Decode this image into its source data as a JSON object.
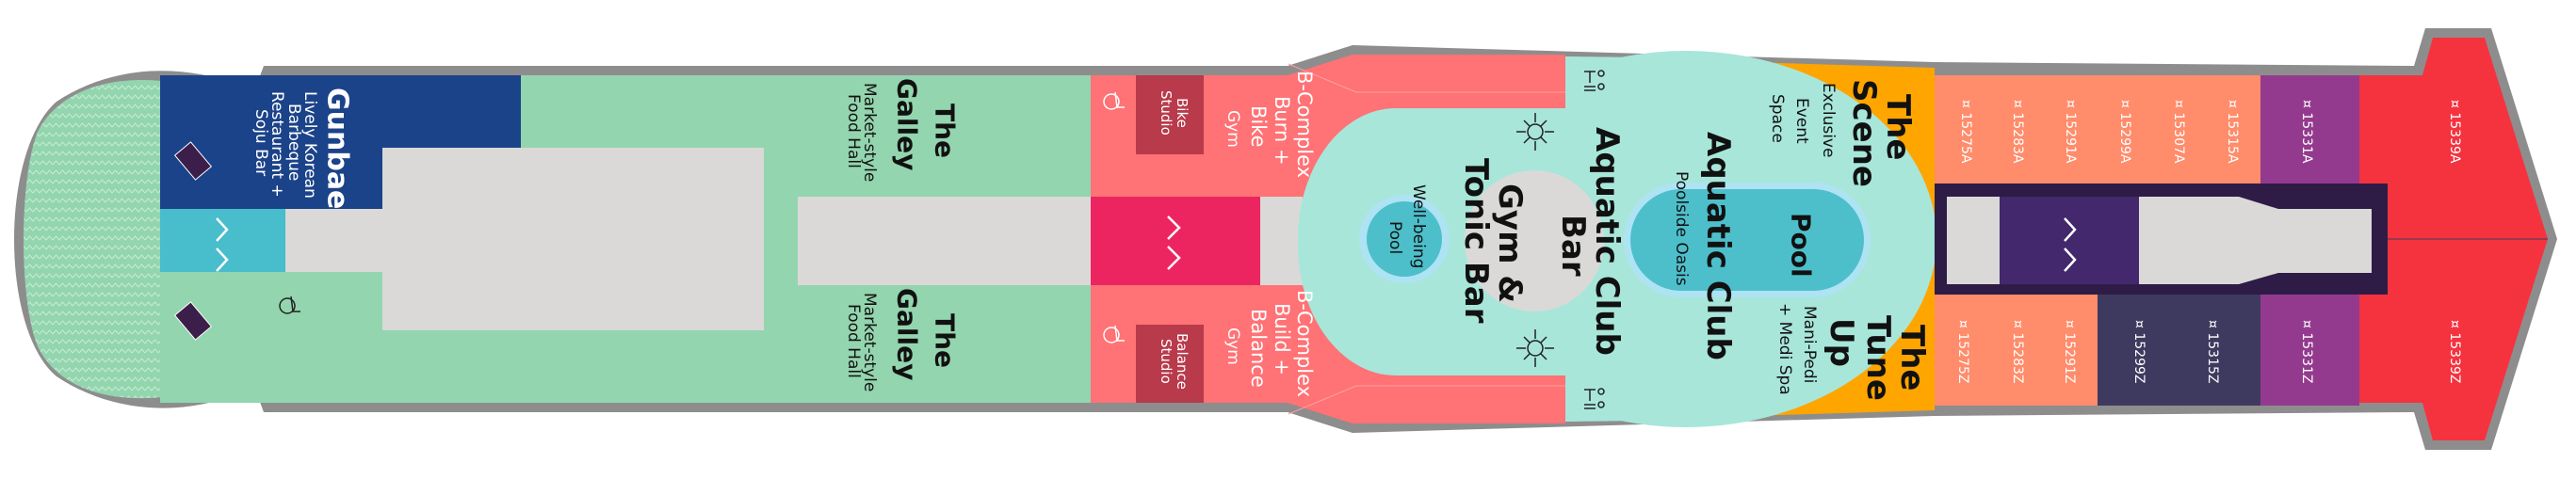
{
  "colors": {
    "hull": "#8e8d8e",
    "galley_green": "#93d5ae",
    "gunbae_blue": "#1b4389",
    "elevator_cyan": "#48bdcb",
    "corridor_grey": "#dad9d8",
    "bcomplex_salmon": "#ff7275",
    "elevator_pink": "#ec2560",
    "studio_red": "#b83a4b",
    "aquatic_mint": "#a8e6da",
    "spa_orange": "#ffa500",
    "pool_teal": "#4dbfcb",
    "pool_rim": "#aee3f3",
    "cabin_coral": "#ff8c6b",
    "cabin_purple": "#943a8e",
    "cabin_navy": "#3e3a5f",
    "cabin_red": "#f5333f",
    "core_dark": "#2e1c47",
    "elevator_purple": "#43286d"
  },
  "venues": {
    "gunbae": {
      "title": "Gunbae",
      "lines": [
        "Lively Korean",
        "Barbeque",
        "Restaurant +",
        "Soju Bar"
      ]
    },
    "galley_port": {
      "title_1": "The",
      "title_2": "Galley",
      "sub_1": "Market-style",
      "sub_2": "Food Hall"
    },
    "galley_starboard": {
      "title_1": "The",
      "title_2": "Galley",
      "sub_1": "Market-style",
      "sub_2": "Food Hall"
    },
    "bcomplex_burn": {
      "title": "B-Complex",
      "lines": [
        "Burn +",
        "Bike",
        "Gym"
      ]
    },
    "bcomplex_build": {
      "title": "B-Complex",
      "lines": [
        "Build +",
        "Balance",
        "Gym"
      ]
    },
    "bike_studio": {
      "lines": [
        "Bike",
        "Studio"
      ]
    },
    "balance_studio": {
      "lines": [
        "Balance",
        "Studio"
      ]
    },
    "gym_tonic_bar": {
      "lines": [
        "Gym &",
        "Tonic Bar"
      ]
    },
    "aquatic_club_bar": {
      "lines": [
        "Aquatic Club",
        "Bar"
      ]
    },
    "aquatic_club": {
      "title": "Aquatic Club",
      "sub": "Poolside Oasis"
    },
    "pool": {
      "label": "Pool"
    },
    "wellbeing_pool": {
      "lines": [
        "Well-being",
        "Pool"
      ]
    },
    "the_scene": {
      "title_1": "The",
      "title_2": "Scene",
      "lines": [
        "Exclusive",
        "Event",
        "Space"
      ]
    },
    "the_tune_up": {
      "title_1": "The",
      "title_2": "Tune",
      "title_3": "Up",
      "lines": [
        "Mani-Pedi",
        "+ Medi Spa"
      ]
    }
  },
  "cabins": {
    "port": [
      "15275A",
      "15283A",
      "15291A",
      "15299A",
      "15307A",
      "15315A",
      "15331A",
      "15339A"
    ],
    "starboard": [
      "15275Z",
      "15283Z",
      "15291Z",
      "15299Z",
      "15315Z",
      "15331Z",
      "15339Z"
    ],
    "cabin_icon": "¤"
  },
  "icons": [
    "elevator-icon",
    "stairs-icon",
    "accessible-icon",
    "restroom-icon",
    "gym-icon"
  ]
}
